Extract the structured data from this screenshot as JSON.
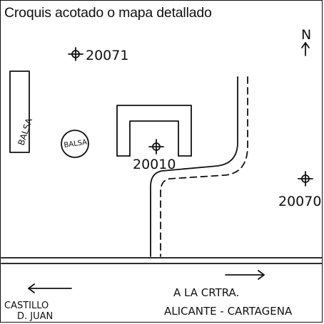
{
  "title": "Croquis acotado o mapa detallado",
  "north_label": "N",
  "points": [
    {
      "label": "20071"
    },
    {
      "label": "20010"
    },
    {
      "label": "20070"
    }
  ],
  "balsa_rect_label": "BALSA",
  "balsa_circle_label": "BALSA",
  "left_destination": [
    "CASTILLO",
    "D. JUAN"
  ],
  "right_destination": [
    "A LA CRTRA.",
    "ALICANTE - CARTAGENA"
  ],
  "colors": {
    "ink": "#111111",
    "background": "#ffffff"
  }
}
